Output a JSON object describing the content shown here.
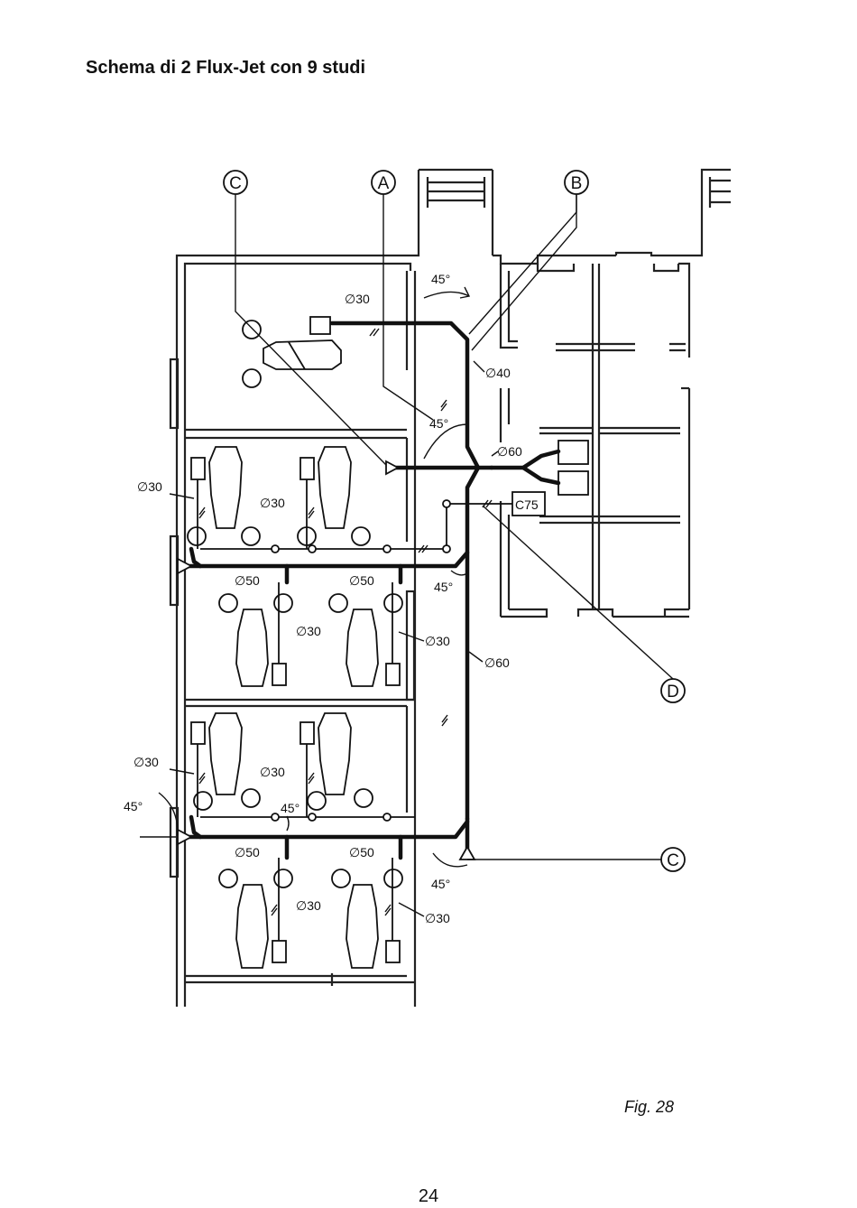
{
  "page": {
    "title": "Schema di 2 Flux-Jet con 9 studi",
    "figure_caption": "Fig. 28",
    "page_number": "24"
  },
  "callouts": {
    "c_top": "C",
    "a_top": "A",
    "b_top": "B",
    "d_right": "D",
    "c_right": "C"
  },
  "labels": {
    "angle_top": "45°",
    "d30_top": "∅30",
    "d40": "∅40",
    "angle_mid": "45°",
    "d60_top": "∅60",
    "box_c75": "C75",
    "d30_left_a": "∅30",
    "d30_room2": "∅30",
    "d50_a": "∅50",
    "d50_b": "∅50",
    "angle_riser": "45°",
    "d30_room3a": "∅30",
    "d30_room3b": "∅30",
    "d60_riser": "∅60",
    "d30_left_b": "∅30",
    "d30_room4": "∅30",
    "angle_left": "45°",
    "angle_room4": "45°",
    "d50_c": "∅50",
    "d50_d": "∅50",
    "angle_bottom": "45°",
    "d30_room5a": "∅30",
    "d30_room5b": "∅30"
  }
}
